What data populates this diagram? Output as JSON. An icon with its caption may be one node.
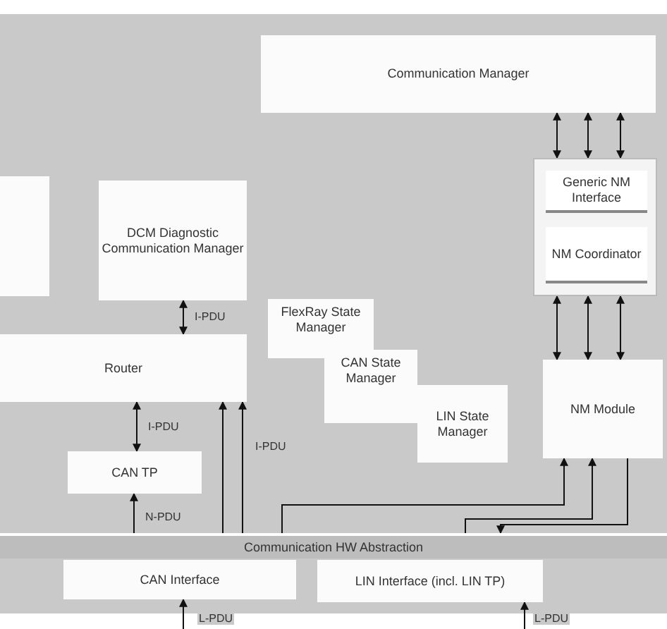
{
  "diagram": {
    "nodes": [
      {
        "text": [
          "Communication Manager"
        ]
      },
      {
        "text": [],
        "shape": "box"
      },
      {
        "text": [
          "DCM Diagnostic Communication Manager"
        ]
      },
      {
        "text": [],
        "shape": "box"
      },
      {
        "text": [
          "Generic NM Interface"
        ],
        "in": 3
      },
      {
        "text": [
          "NM Coordinator"
        ],
        "in": 3
      },
      {
        "text": [
          "Router"
        ]
      },
      {
        "text": [
          "FlexRay State Manager"
        ]
      },
      {
        "text": [
          "CAN State Manager"
        ]
      },
      {
        "text": [
          "LIN State Manager"
        ]
      },
      {
        "text": [
          "NM Module"
        ]
      },
      {
        "text": [
          "CAN TP"
        ]
      },
      {
        "text": [
          "Communication HW Abstraction"
        ]
      },
      {
        "text": [
          "CAN Interface"
        ]
      },
      {
        "text": [
          "LIN Interface (incl. LIN TP)"
        ]
      }
    ],
    "edges": [
      {
        "from": 2,
        "to": 6,
        "arrow": "both",
        "label": "I-PDU"
      },
      {
        "from": 6,
        "to": 11,
        "arrow": "both",
        "label": "I-PDU"
      },
      {
        "from": 0,
        "to": 3,
        "arrow": "both"
      },
      {
        "from": 0,
        "to": 3,
        "arrow": "both"
      },
      {
        "from": 0,
        "to": 3,
        "arrow": "both"
      },
      {
        "from": 3,
        "to": 10,
        "arrow": "both"
      },
      {
        "from": 3,
        "to": 10,
        "arrow": "both"
      },
      {
        "from": 3,
        "to": 10,
        "arrow": "both"
      },
      {
        "from": 12,
        "to": 6,
        "arrow": "to"
      },
      {
        "from": 12,
        "to": 6,
        "arrow": "to",
        "label": "I-PDU"
      },
      {
        "from": 12,
        "to": 11,
        "arrow": "to",
        "label": "N-PDU"
      },
      {
        "from": 12,
        "to": 10,
        "arrow": "to"
      },
      {
        "from": 12,
        "to": 10,
        "arrow": "to"
      },
      {
        "from": 10,
        "to": 12,
        "arrow": "to"
      },
      {
        "from": null,
        "to": 13,
        "arrow": "to",
        "label": "L-PDU"
      },
      {
        "from": null,
        "to": 14,
        "arrow": "to",
        "label": "L-PDU"
      }
    ]
  }
}
